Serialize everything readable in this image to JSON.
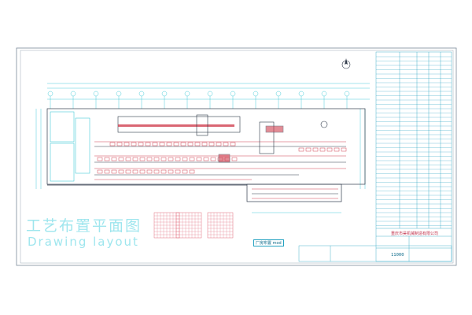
{
  "drawing": {
    "title_cn": "工艺布置平面图",
    "title_en": "Drawing layout",
    "company": "重庆市昊机械制造有限公司",
    "drawing_no": "11000",
    "stamp_label": "厂房布置 mod"
  },
  "icons": {
    "north_arrow": "compass-icon",
    "hatch_blocks": "grid-icon"
  },
  "colors": {
    "border": "#7a8a9a",
    "line": "#20c0d0",
    "equipment_red": "#d04050",
    "dark_line": "#303a4a",
    "hatch": "#e06a7a",
    "title": "#9fe6ee"
  }
}
